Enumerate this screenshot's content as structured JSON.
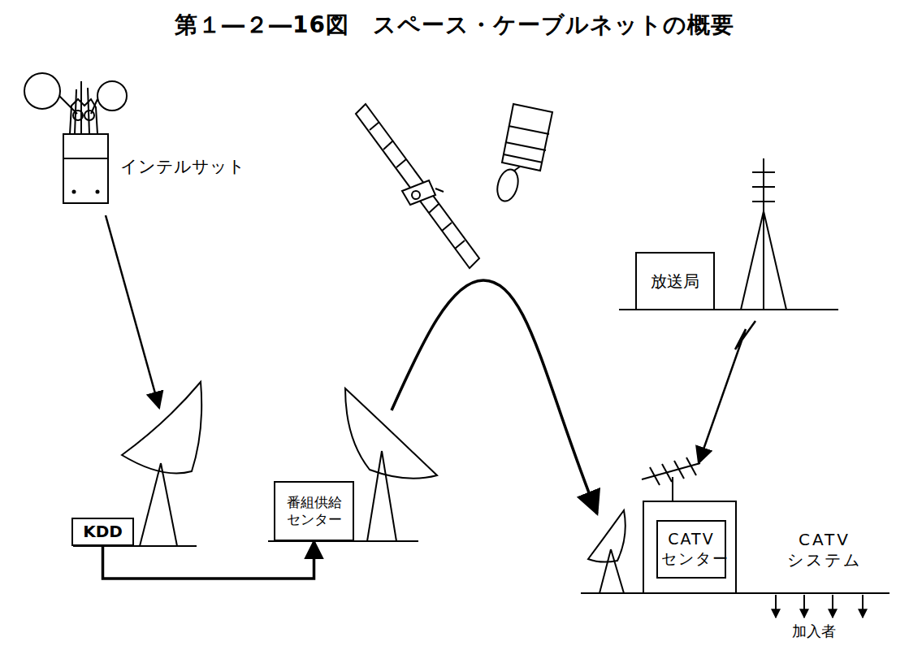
{
  "diagram": {
    "title": "第１―２―16図　スペース・ケーブルネットの概要",
    "nodes": [
      {
        "text": [
          "KDD"
        ]
      },
      {
        "text": [
          "番組供給 センター"
        ]
      },
      {
        "text": [
          "放送局"
        ]
      },
      {
        "text": [
          "CATV センター"
        ]
      }
    ],
    "edges": [
      {
        "from": 0,
        "to": 1,
        "arrow": "to"
      }
    ],
    "labels": [
      "インテルサット",
      "CATV システム",
      "加入者"
    ]
  }
}
